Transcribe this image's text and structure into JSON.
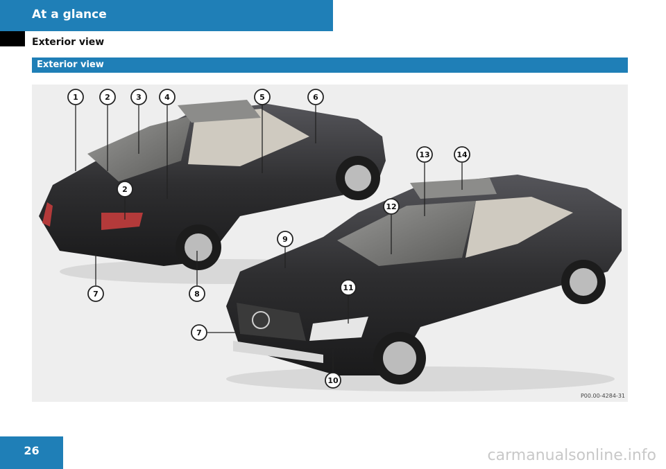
{
  "header": {
    "title": "At a glance"
  },
  "section": {
    "heading": "Exterior view",
    "bar_label": "Exterior view"
  },
  "illustration": {
    "image_code": "P00.00-4284-31",
    "callouts": [
      "1",
      "2",
      "3",
      "4",
      "5",
      "6",
      "2",
      "7",
      "8",
      "9",
      "12",
      "13",
      "14",
      "11",
      "7",
      "10"
    ]
  },
  "footer": {
    "page_number": "26"
  },
  "watermark": "carmanualsonline.info",
  "colors": {
    "brand_blue": "#1f7fb7",
    "car_body": "#2e2e30"
  }
}
